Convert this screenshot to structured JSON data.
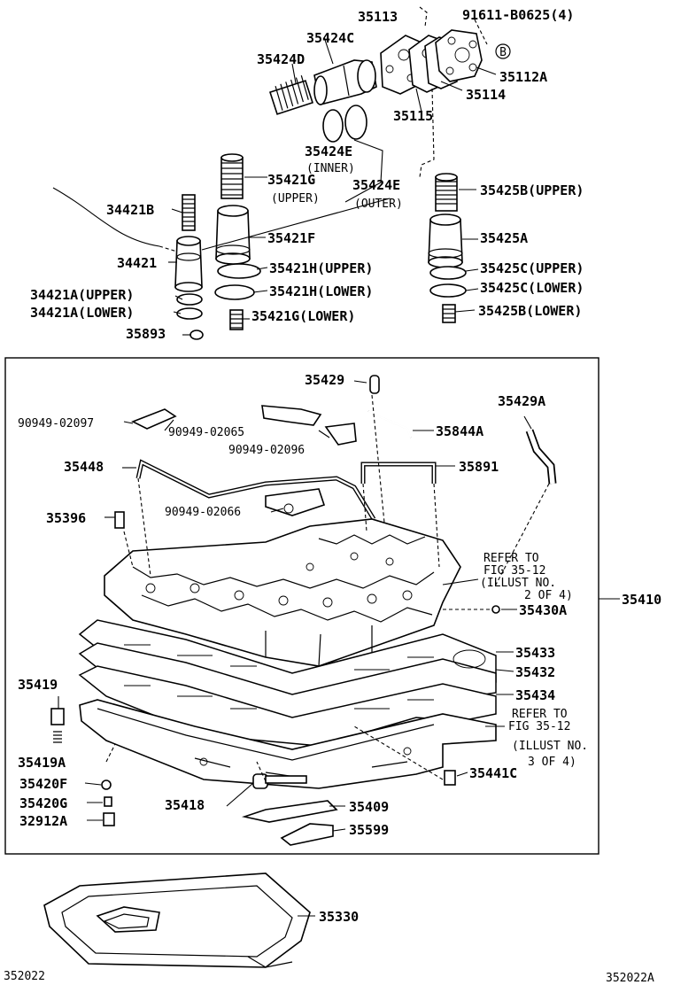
{
  "labels": {
    "p35113": "35113",
    "p91611": "91611-B0625(4)",
    "p35424C": "35424C",
    "p35424D": "35424D",
    "p35112A": "35112A",
    "p35114": "35114",
    "p35115": "35115",
    "p35424E_inner": "35424E",
    "inner_note": "(INNER)",
    "p35421G_upper": "35421G",
    "upper_note": "(UPPER)",
    "p35424E_outer": "35424E",
    "outer_note": "(OUTER)",
    "p35425B_upper": "35425B(UPPER)",
    "p34421B": "34421B",
    "p35421F": "35421F",
    "p35425A": "35425A",
    "p34421": "34421",
    "p35421H_upper": "35421H(UPPER)",
    "p35425C_upper": "35425C(UPPER)",
    "p34421A_upper": "34421A(UPPER)",
    "p35421H_lower": "35421H(LOWER)",
    "p35425C_lower": "35425C(LOWER)",
    "p34421A_lower": "34421A(LOWER)",
    "p35421G_lower": "35421G(LOWER)",
    "p35425B_lower": "35425B(LOWER)",
    "p35893": "35893",
    "p35429": "35429",
    "p35429A": "35429A",
    "p90949_02097": "90949-02097",
    "p90949_02065": "90949-02065",
    "p35844A": "35844A",
    "p90949_02096": "90949-02096",
    "p35448": "35448",
    "p35891": "35891",
    "p90949_02066": "90949-02066",
    "p35396": "35396",
    "ref1_line1": "REFER TO",
    "ref1_line2": "FIG 35-12",
    "ref1_line3": "(ILLUST NO.",
    "ref1_line4": "2 OF 4)",
    "p35410": "35410",
    "p35430A": "35430A",
    "p35433": "35433",
    "p35432": "35432",
    "p35419": "35419",
    "p35434": "35434",
    "ref2_line1": "REFER TO",
    "ref2_line2": "FIG 35-12",
    "ref2_line3": "(ILLUST NO.",
    "ref2_line4": "3 OF 4)",
    "p35419A": "35419A",
    "p35420F": "35420F",
    "p35441C": "35441C",
    "p35420G": "35420G",
    "p35418": "35418",
    "p35409": "35409",
    "p32912A": "32912A",
    "p35599": "35599",
    "p35330": "35330",
    "marker_b": "B",
    "footer_left": "352022",
    "footer_right": "352022A"
  }
}
